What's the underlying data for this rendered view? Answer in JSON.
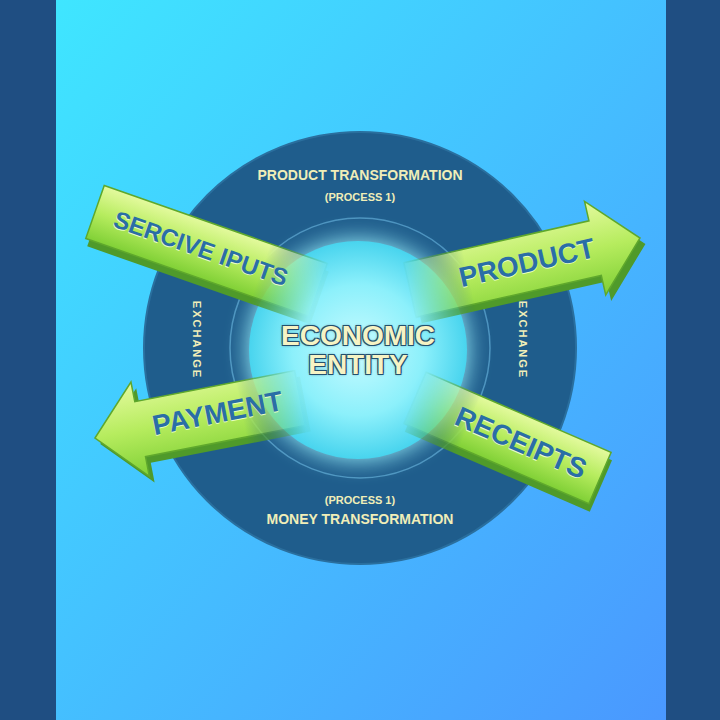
{
  "diagram": {
    "nodes": [
      {
        "text": [
          "PRODUCT TRANSFORMATION",
          "(PROCESS 1)",
          "EXCHANGE",
          "EXCHANGE",
          "(PROCESS 1)",
          "MONEY TRANSFORMATION"
        ]
      },
      {
        "text": [
          "ECONOMIC ENTITY"
        ],
        "in": 0
      },
      {
        "text": [
          "SERCIVE IPUTS"
        ]
      },
      {
        "text": [
          "PRODUCT"
        ]
      },
      {
        "text": [
          "PAYMENT"
        ]
      },
      {
        "text": [
          "RECEIPTS"
        ]
      }
    ]
  }
}
